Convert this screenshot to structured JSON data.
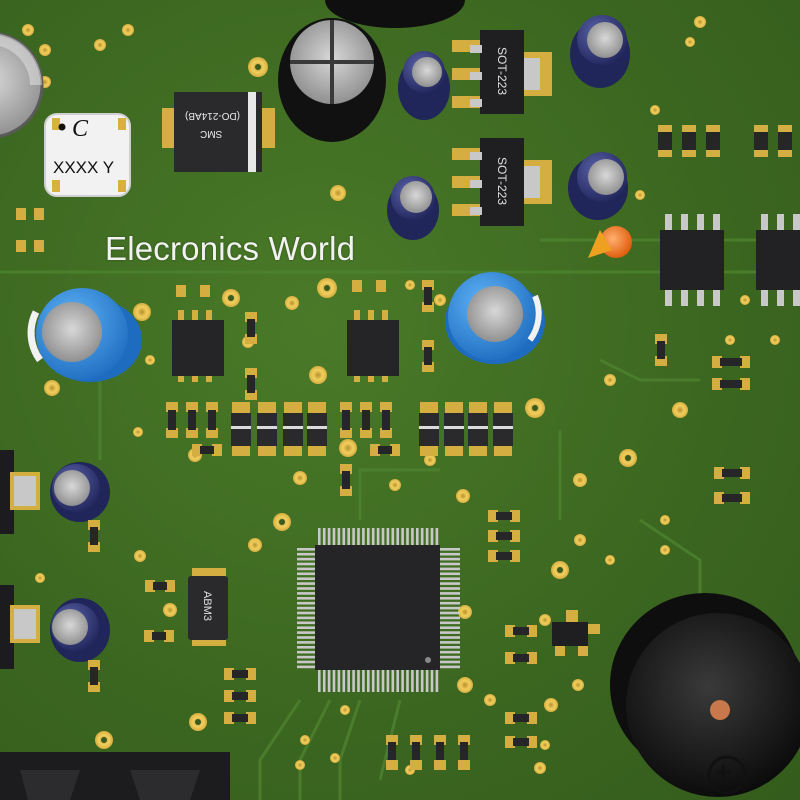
{
  "board": {
    "caption": "Elecronics World",
    "inductor_letter": "C",
    "inductor_code": "XXXX Y",
    "diode_package": "SMC",
    "diode_code": "(DO-214AB)",
    "regulator_1": "SOT-223",
    "regulator_2": "SOT-223",
    "crystal": "ABM3",
    "buzzer_polarity": "+"
  },
  "colors": {
    "pcb": "#3f6a22",
    "silk": "#f2f2f2",
    "pad_gold": "#e8c050",
    "ic_body": "#2a2a2c",
    "cap_blue": "#2a86d8",
    "cap_navy": "#2a2f6a"
  }
}
